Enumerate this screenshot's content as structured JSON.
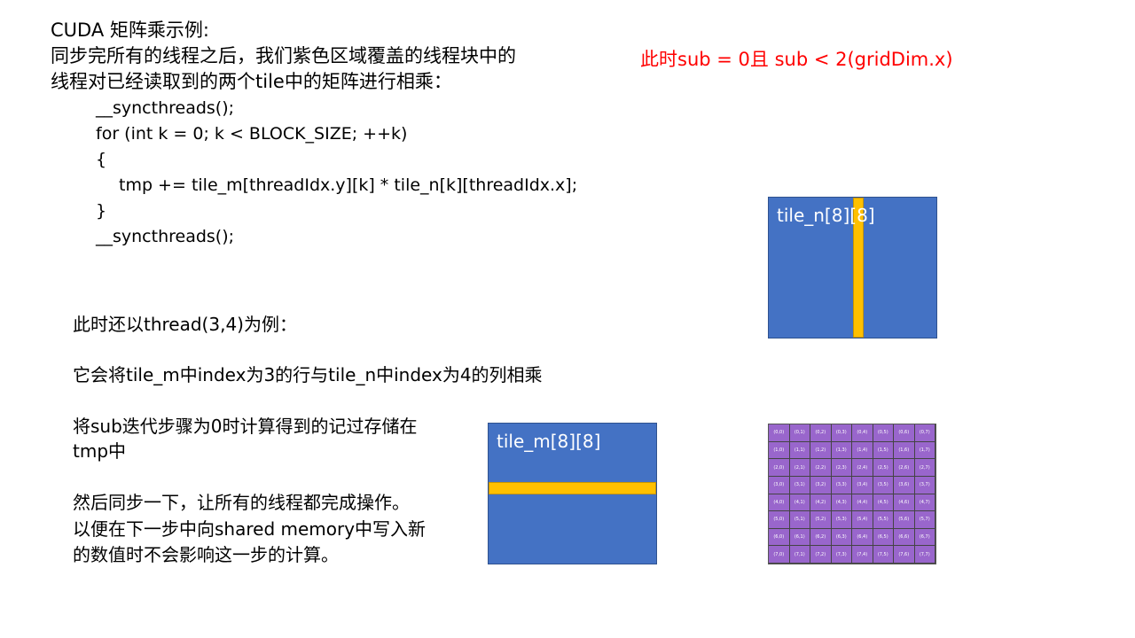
{
  "title": "CUDA 矩阵乘示例:",
  "intro": [
    "同步完所有的线程之后，我们紫色区域覆盖的线程块中的",
    "线程对已经读取到的两个tile中的矩阵进行相乘："
  ],
  "code": [
    "__syncthreads();",
    "for (int k = 0; k < BLOCK_SIZE; ++k)",
    "{",
    "tmp += tile_m[threadIdx.y][k] * tile_n[k][threadIdx.x];",
    "}",
    "__syncthreads();"
  ],
  "status": "此时sub = 0且 sub < 2(gridDim.x)",
  "explanation": {
    "p1": "此时还以thread(3,4)为例：",
    "p2": "它会将tile_m中index为3的行与tile_n中index为4的列相乘",
    "p3": [
      "将sub迭代步骤为0时计算得到的记过存储在",
      "tmp中"
    ],
    "p4": [
      "然后同步一下，让所有的线程都完成操作。",
      "以便在下一步中向shared memory中写入新",
      "的数值时不会影响这一步的计算。"
    ]
  },
  "tile_n": {
    "label": "tile_n[8][8]",
    "highlight_column": 4
  },
  "tile_m": {
    "label": "tile_m[8][8]",
    "highlight_row": 3
  },
  "thread_grid": {
    "rows": 8,
    "cols": 8,
    "cells": [
      [
        "(0,0)",
        "(0,1)",
        "(0,2)",
        "(0,3)",
        "(0,4)",
        "(0,5)",
        "(0,6)",
        "(0,7)"
      ],
      [
        "(1,0)",
        "(1,1)",
        "(1,2)",
        "(1,3)",
        "(1,4)",
        "(1,5)",
        "(1,6)",
        "(1,7)"
      ],
      [
        "(2,0)",
        "(2,1)",
        "(2,2)",
        "(2,3)",
        "(2,4)",
        "(2,5)",
        "(2,6)",
        "(2,7)"
      ],
      [
        "(3,0)",
        "(3,1)",
        "(3,2)",
        "(3,3)",
        "(3,4)",
        "(3,5)",
        "(3,6)",
        "(3,7)"
      ],
      [
        "(4,0)",
        "(4,1)",
        "(4,2)",
        "(4,3)",
        "(4,4)",
        "(4,5)",
        "(4,6)",
        "(4,7)"
      ],
      [
        "(5,0)",
        "(5,1)",
        "(5,2)",
        "(5,3)",
        "(5,4)",
        "(5,5)",
        "(5,6)",
        "(5,7)"
      ],
      [
        "(6,0)",
        "(6,1)",
        "(6,2)",
        "(6,3)",
        "(6,4)",
        "(6,5)",
        "(6,6)",
        "(6,7)"
      ],
      [
        "(7,0)",
        "(7,1)",
        "(7,2)",
        "(7,3)",
        "(7,4)",
        "(7,5)",
        "(7,6)",
        "(7,7)"
      ]
    ]
  },
  "colors": {
    "tile": "#4472c4",
    "highlight": "#ffc000",
    "grid": "#9966cc",
    "status": "#ff0000"
  }
}
